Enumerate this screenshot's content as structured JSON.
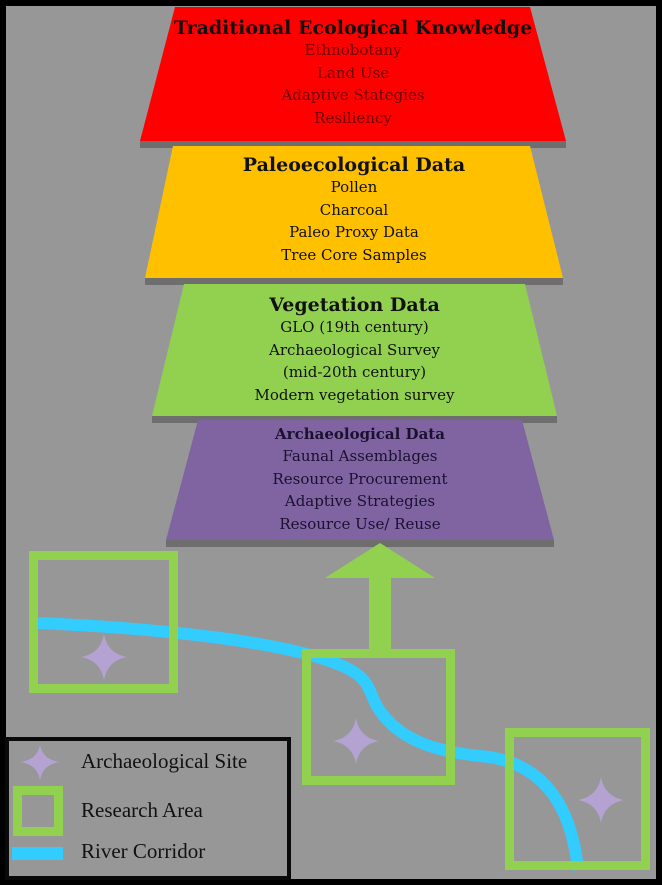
{
  "colors": {
    "background": "#979797",
    "frame": "#000000",
    "tier_red": "#ff0000",
    "tier_yellow": "#ffc000",
    "tier_green": "#92d050",
    "tier_purple": "#8064a2",
    "research_area": "#92d050",
    "river": "#33ccff",
    "site_star": "#b4a2d2",
    "shadow": "#6e6e6e"
  },
  "tiers": [
    {
      "title": "Traditional Ecological Knowledge",
      "items": [
        "Ethnobotany",
        "Land Use",
        "Adaptive Stategies",
        "Resiliency"
      ]
    },
    {
      "title": "Paleoecological Data",
      "items": [
        "Pollen",
        "Charcoal",
        "Paleo Proxy Data",
        "Tree Core Samples"
      ]
    },
    {
      "title": "Vegetation Data",
      "items": [
        "GLO (19th century)",
        "Archaeological Survey",
        "(mid-20th century)",
        "Modern vegetation survey"
      ]
    },
    {
      "title": "Archaeological Data",
      "items": [
        "Faunal Assemblages",
        "Resource Procurement",
        "Adaptive Strategies",
        "Resource Use/ Reuse"
      ]
    }
  ],
  "map": {
    "research_areas": 3,
    "archaeological_sites": 3,
    "arrow": "up-arrow"
  },
  "legend": {
    "items": [
      {
        "icon": "star-icon",
        "label": "Archaeological Site"
      },
      {
        "icon": "square-outline-icon",
        "label": "Research Area"
      },
      {
        "icon": "river-bar-icon",
        "label": "River Corridor"
      }
    ]
  }
}
